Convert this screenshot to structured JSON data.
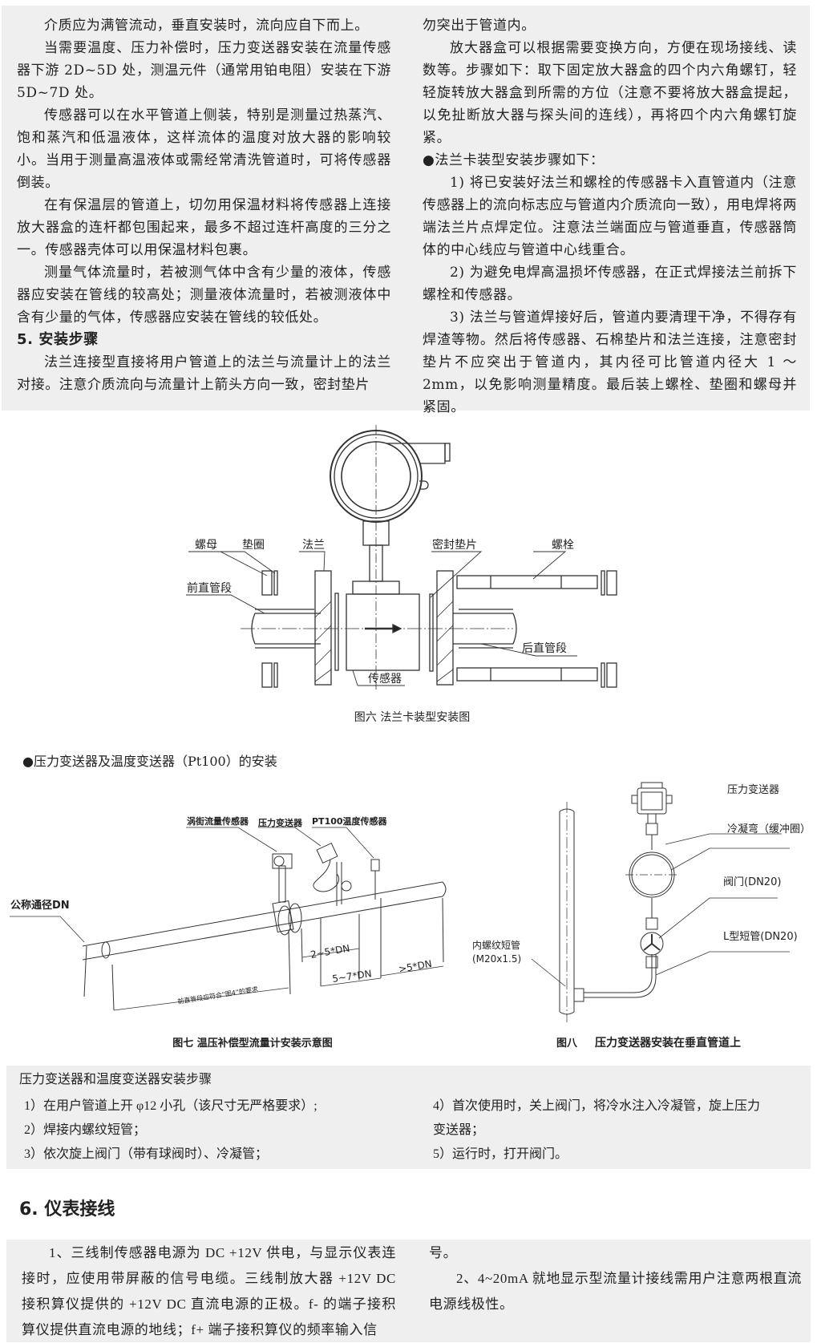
{
  "section4": {
    "left": [
      "介质应为满管流动，垂直安装时，流向应自下而上。",
      "当需要温度、压力补偿时，压力变送器安装在流量传感器下游 2D~5D 处，测温元件（通常用铂电阻）安装在下游 5D~7D 处。",
      "传感器可以在水平管道上侧装，特别是测量过热蒸汽、饱和蒸汽和低温液体，这样流体的温度对放大器的影响较小。当用于测量高温液体或需经常清洗管道时，可将传感器倒装。",
      "在有保温层的管道上，切勿用保温材料将传感器上连接放大器盒的连杆都包围起来，最多不超过连杆高度的三分之一。传感器壳体可以用保温材料包裹。",
      "测量气体流量时，若被测气体中含有少量的液体，传感器应安装在管线的较高处；测量液体流量时，若被测液体中含有少量的气体，传感器应安装在管线的较低处。"
    ],
    "heading5": "5. 安装步骤",
    "p5_start": "法兰连接型直接将用户管道上的法兰与流量计上的法兰对接。注意介质流向与流量计上箭头方向一致，密封垫片",
    "right": {
      "p5_end": "勿突出于管道内。",
      "amp": "放大器盒可以根据需要变换方向，方便在现场接线、读数等。步骤如下：取下固定放大器盒的四个内六角螺钉，轻轻旋转放大器盒到所需的方位（注意不要将放大器盒提起，以免扯断放大器与探头间的连线），再将四个内六角螺钉旋紧。",
      "bullet": "●法兰卡装型安装步骤如下：",
      "s1": "1) 将已安装好法兰和螺栓的传感器卡入直管道内（注意传感器上的流向标志应与管道内介质流向一致），用电焊将两端法兰片点焊定位。注意法兰端面应与管道垂直，传感器筒体的中心线应与管道中心线重合。",
      "s2": "2) 为避免电焊高温损坏传感器，在正式焊接法兰前拆下螺栓和传感器。",
      "s3": "3) 法兰与管道焊接好后，管道内要清理干净，不得存有焊渣等物。然后将传感器、石棉垫片和法兰连接，注意密封垫片不应突出于管道内，其内径可比管道内径大 1 ～ 2mm，以免影响测量精度。最后装上螺栓、垫圈和螺母并紧固。"
    }
  },
  "fig6": {
    "labels": {
      "nut": "螺母",
      "washer": "垫圈",
      "flange": "法兰",
      "gasket": "密封垫片",
      "bolt": "螺栓",
      "front_pipe": "前直管段",
      "rear_pipe": "后直管段",
      "sensor": "传感器"
    },
    "caption": "图六  法兰卡装型安装图"
  },
  "pt_heading": "●压力变送器及温度变送器（Pt100）的安装",
  "fig7": {
    "labels": {
      "vortex": "涡街流量传感器",
      "pressure": "压力变送器",
      "pt100": "PT100温度传感器",
      "dn": "公称通径DN",
      "d1": "2~5*DN",
      "d2": "5~7*DN",
      "d3": ">5*DN",
      "front": "前直管段应符合“图4”的要求"
    },
    "caption": "图七  温压补偿型流量计安装示意图"
  },
  "fig8": {
    "labels": {
      "transmitter": "压力变送器",
      "loop": "冷凝弯（缓冲圈）",
      "valve": "阀门(DN20)",
      "lpipe": "L型短管(DN20)",
      "thread": "内螺纹短管",
      "thread_spec": "(M20x1.5)"
    },
    "caption_num": "图八",
    "caption": "压力变送器安装在垂直管道上"
  },
  "steps_panel": {
    "title": "压力变送器和温度变送器安装步骤",
    "left": [
      "1）在用户管道上开 φ12 小孔（该尺寸无严格要求）;",
      "2）焊接内螺纹短管；",
      "3）依次旋上阀门（带有球阀时）、冷凝管；"
    ],
    "right": [
      "4）首次使用时，关上阀门，将冷水注入冷凝管，旋上压力",
      "变送器；",
      "5）运行时，打开阀门。"
    ]
  },
  "heading6": "6. 仪表接线",
  "wiring": {
    "p1": "1、三线制传感器电源为 DC +12V 供电，与显示仪表连接时，应使用带屏蔽的信号电缆。三线制放大器 +12V DC 接积算仪提供的 +12V DC 直流电源的正极。f- 的端子接积算仪提供直流电源的地线；f+ 端子接积算仪的频率输入信",
    "p1_end": "号。",
    "p2": "2、4~20mA 就地显示型流量计接线需用户注意两根直流电源线极性。"
  }
}
